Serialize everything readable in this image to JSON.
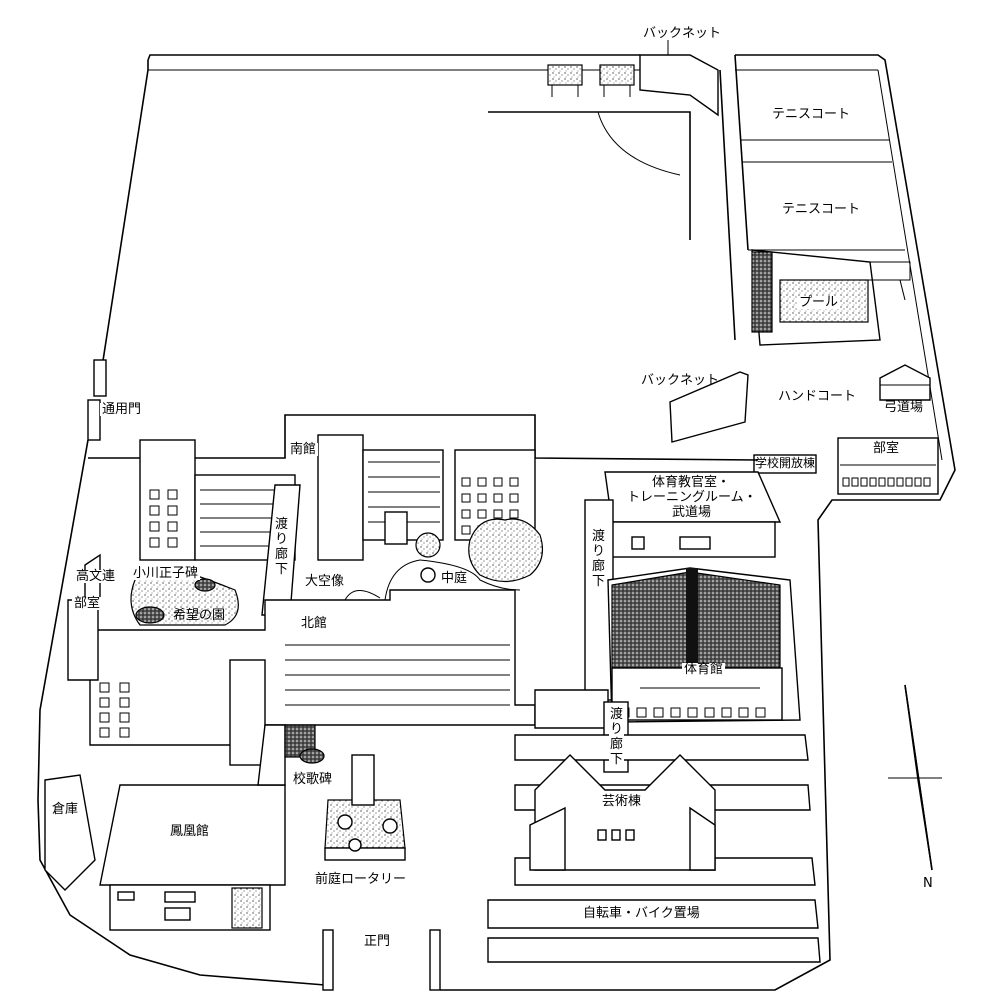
{
  "labels": {
    "backnet_top": "バックネット",
    "tennis1": "テニスコート",
    "tennis2": "テニスコート",
    "pool": "プール",
    "backnet_mid": "バックネット",
    "handcourt": "ハンドコート",
    "kyudojo": "弓道場",
    "tsuyomon": "通用門",
    "minamikan": "南館",
    "kaihoto": "学校開放棟",
    "bushitsu": "部室",
    "taiiku_line1": "体育教官室・",
    "taiiku_line2": "トレーニングルーム・",
    "taiiku_line3": "武道場",
    "watari1": "渡り廊下",
    "watari2": "渡り廊下",
    "watari3": "渡り廊下",
    "ogawa": "小川正子碑",
    "koubunren": "高文連",
    "bushitsu2": "部室",
    "kibou": "希望の園",
    "taikuzo": "大空像",
    "nakaniwa": "中庭",
    "kitakan": "北館",
    "taiikukan": "体育館",
    "kokahi": "校歌碑",
    "geijutsu": "芸術棟",
    "souko": "倉庫",
    "hououkan": "鳳凰館",
    "maeniwa": "前庭ロータリー",
    "seimon": "正門",
    "churin": "自転車・バイク置場",
    "north": "N"
  },
  "colors": {
    "line": "#000000",
    "background": "#ffffff"
  },
  "icons": [
    "north-arrow-icon",
    "tree-icon",
    "statue-icon"
  ]
}
